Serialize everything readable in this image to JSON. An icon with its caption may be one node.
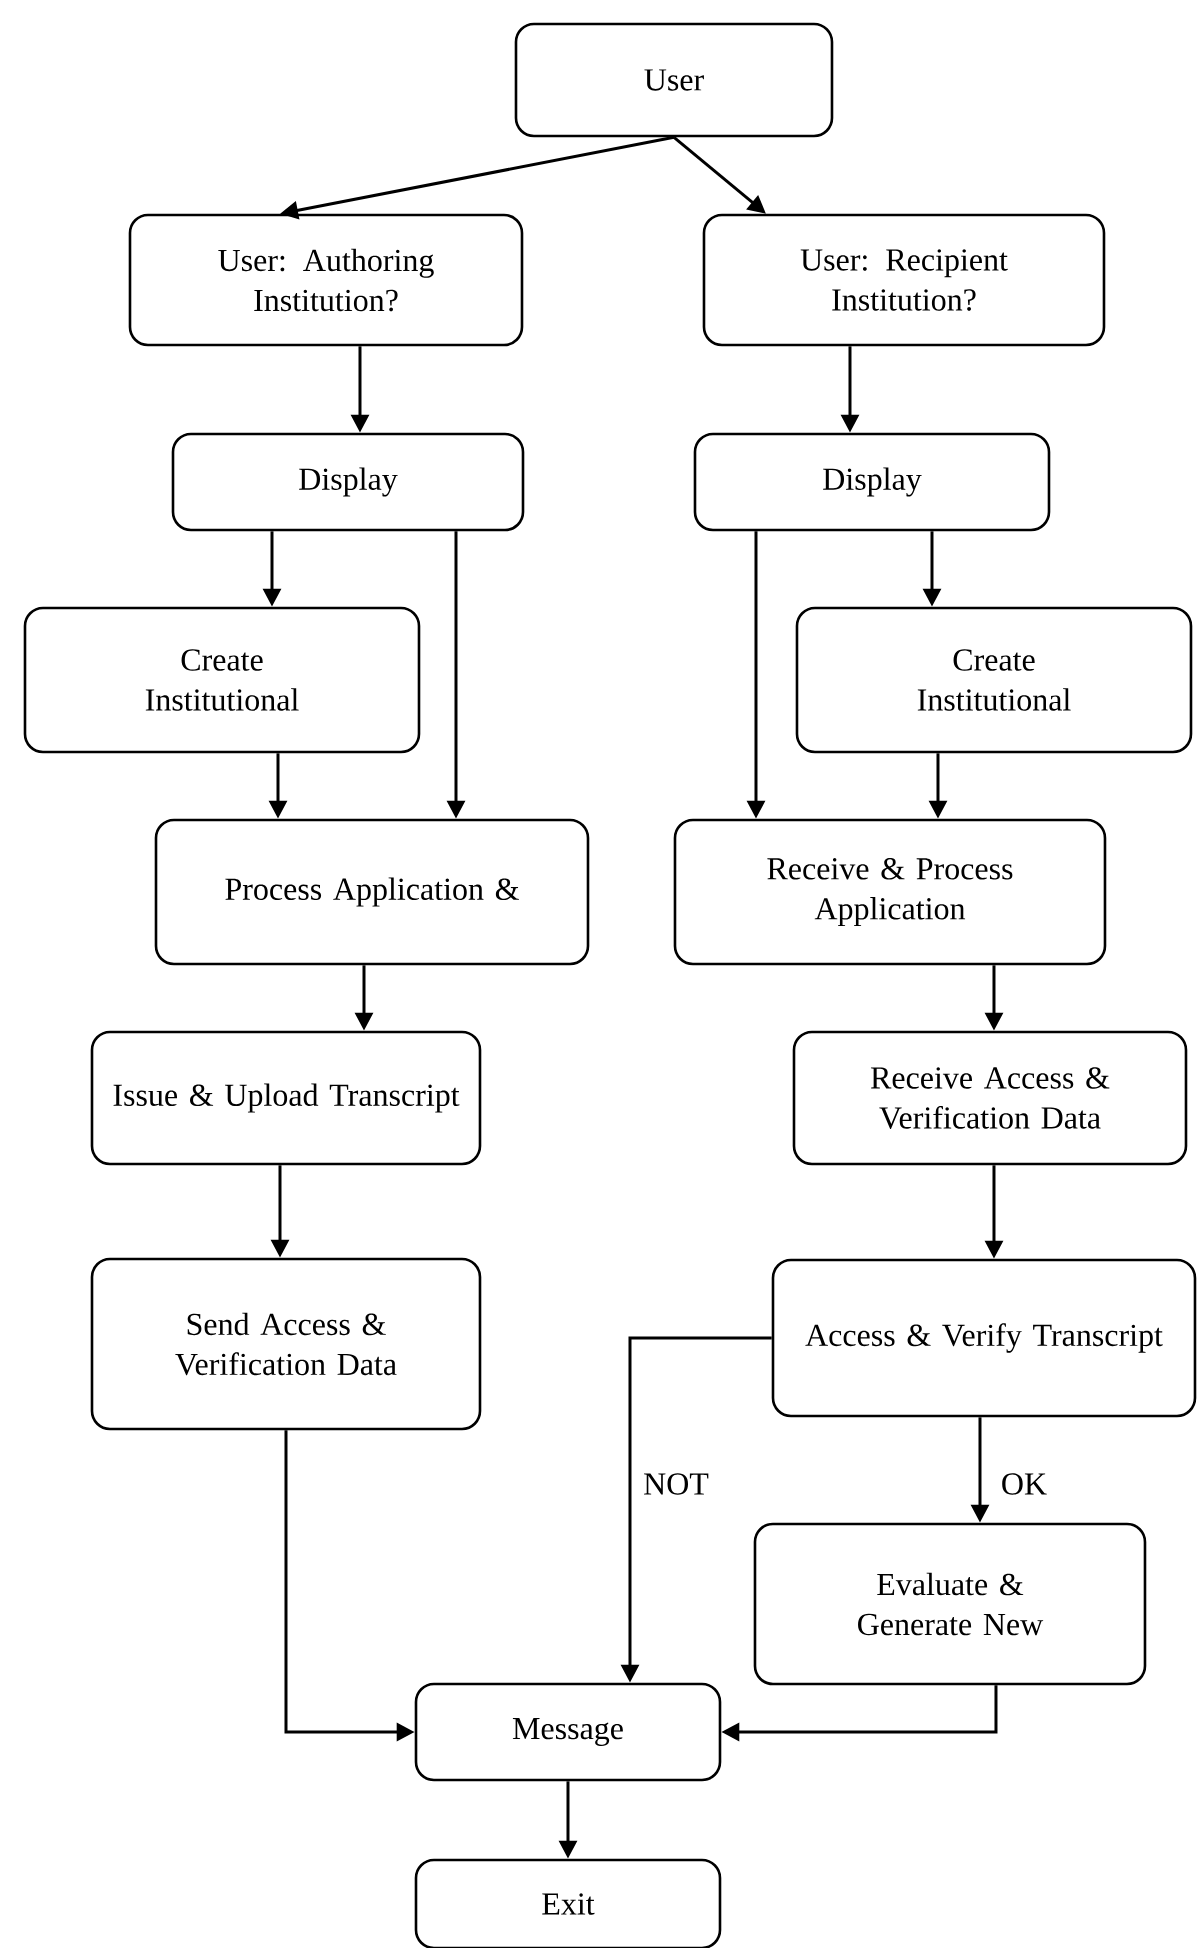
{
  "diagram": {
    "nodes": [
      {
        "text": [
          "User"
        ]
      },
      {
        "text": [
          "User: Authoring Institution?"
        ]
      },
      {
        "text": [
          "User: Recipient Institution?"
        ]
      },
      {
        "text": [
          "Display"
        ]
      },
      {
        "text": [
          "Display"
        ]
      },
      {
        "text": [
          "Create Institutional"
        ]
      },
      {
        "text": [
          "Create Institutional"
        ]
      },
      {
        "text": [
          "Process Application &"
        ]
      },
      {
        "text": [
          "Receive & Process Application"
        ]
      },
      {
        "text": [
          "Issue & Upload Transcript"
        ]
      },
      {
        "text": [
          "Receive Access & Verification Data"
        ]
      },
      {
        "text": [
          "Send Access & Verification Data"
        ]
      },
      {
        "text": [
          "Access & Verify Transcript"
        ]
      },
      {
        "text": [
          "Evaluate & Generate New"
        ]
      },
      {
        "text": [
          "Message"
        ]
      },
      {
        "text": [
          "Exit"
        ]
      }
    ],
    "edges": [
      {
        "from": 0,
        "to": 1,
        "arrow": "to"
      },
      {
        "from": 0,
        "to": 2,
        "arrow": "to"
      },
      {
        "from": 1,
        "to": 3,
        "arrow": "to"
      },
      {
        "from": 2,
        "to": 4,
        "arrow": "to"
      },
      {
        "from": 3,
        "to": 5,
        "arrow": "to"
      },
      {
        "from": 3,
        "to": 7,
        "arrow": "to"
      },
      {
        "from": 4,
        "to": 8,
        "arrow": "to"
      },
      {
        "from": 4,
        "to": 6,
        "arrow": "to"
      },
      {
        "from": 5,
        "to": 7,
        "arrow": "to"
      },
      {
        "from": 6,
        "to": 8,
        "arrow": "to"
      },
      {
        "from": 7,
        "to": 9,
        "arrow": "to"
      },
      {
        "from": 8,
        "to": 10,
        "arrow": "to"
      },
      {
        "from": 9,
        "to": 11,
        "arrow": "to"
      },
      {
        "from": 10,
        "to": 12,
        "arrow": "to"
      },
      {
        "from": 12,
        "to": 13,
        "label": "OK",
        "arrow": "to"
      },
      {
        "from": 12,
        "to": 14,
        "label": "NOT",
        "arrow": "to"
      },
      {
        "from": 11,
        "to": 14,
        "arrow": "to"
      },
      {
        "from": 13,
        "to": 14,
        "arrow": "to"
      },
      {
        "from": 14,
        "to": 15,
        "arrow": "to"
      }
    ]
  }
}
